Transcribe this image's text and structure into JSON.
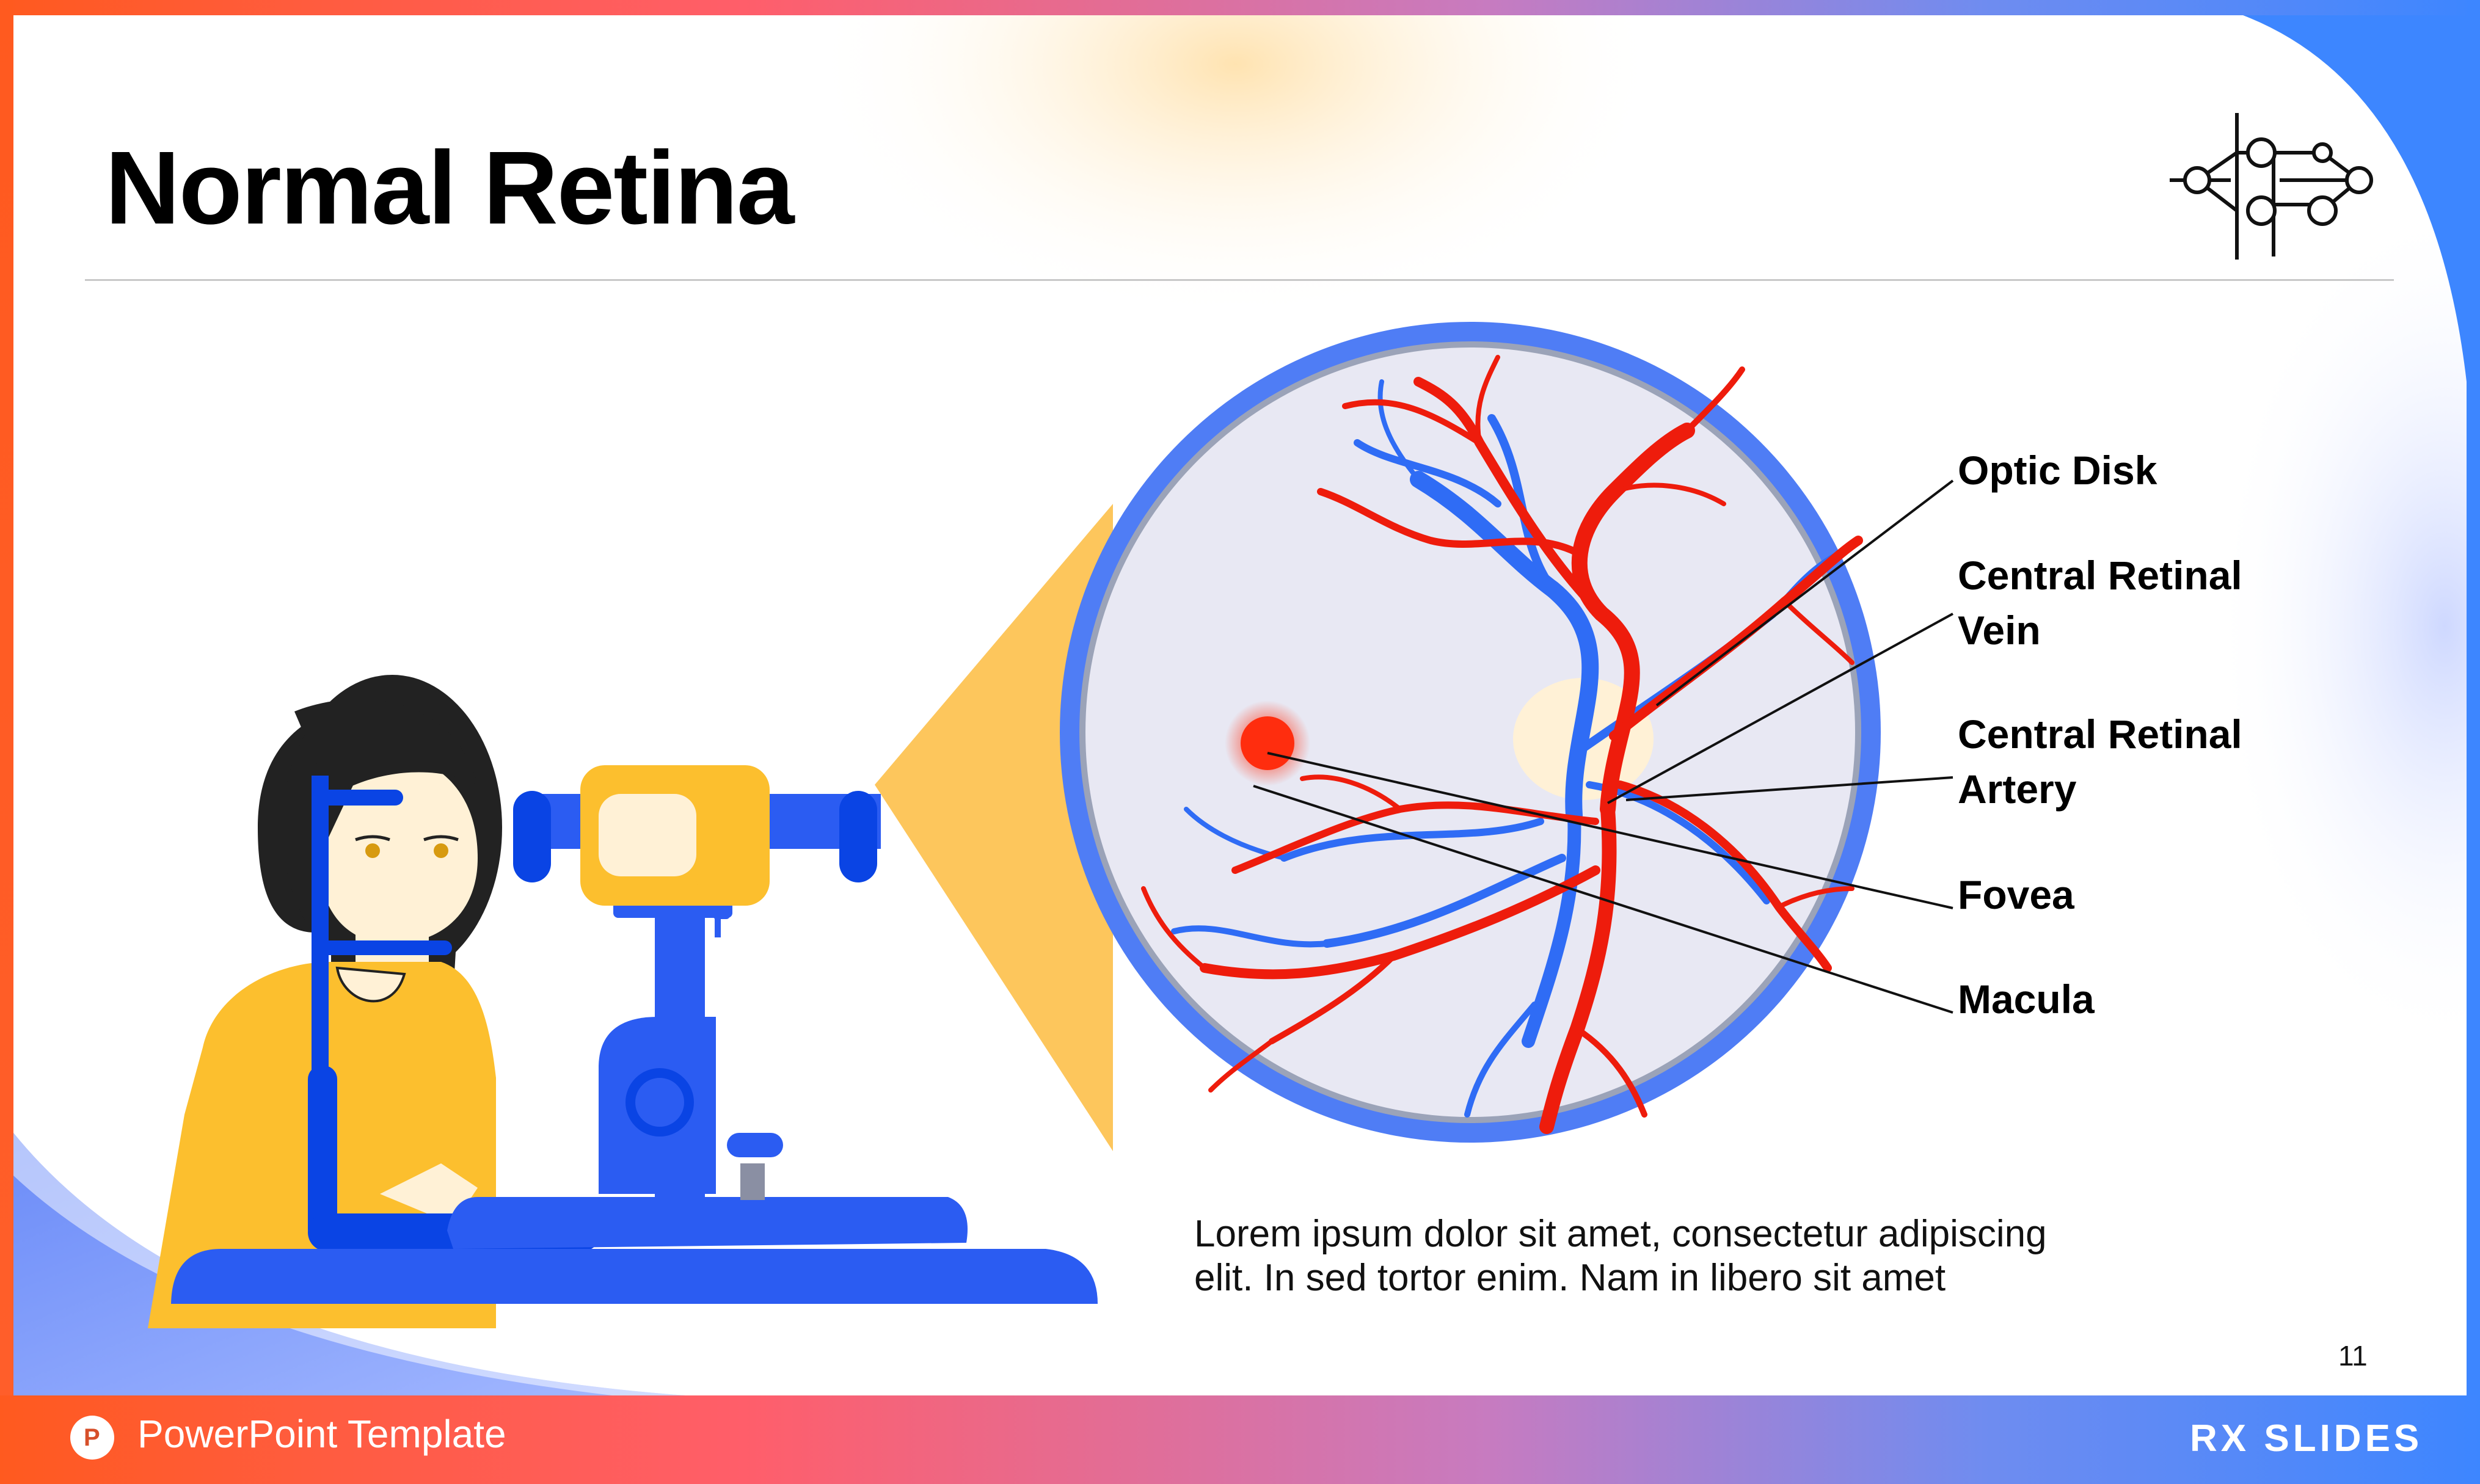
{
  "slide": {
    "title": "Normal Retina",
    "page_number": "11",
    "body_text_line1": "Lorem ipsum dolor sit amet, consectetur adipiscing",
    "body_text_line2": "elit. In sed tortor enim. Nam in libero sit amet"
  },
  "labels": {
    "optic_disk": "Optic Disk",
    "vein_line1": "Central Retinal",
    "vein_line2": "Vein",
    "artery_line1": "Central Retinal",
    "artery_line2": "Artery",
    "fovea": "Fovea",
    "macula": "Macula"
  },
  "footer": {
    "template_label": "PowerPoint Template",
    "app_icon_letter": "P",
    "brand": "RX SLIDES"
  },
  "icons": {
    "ppt": "powerpoint-icon",
    "molecule": "molecule-icon",
    "patient": "patient-at-ophthalmoscope-illustration",
    "retina": "retina-fundus-illustration"
  },
  "colors": {
    "artery": "#ee1c0c",
    "vein": "#2f6cf5",
    "ring": "#4f7df5",
    "fundus": "#e8e8f3",
    "device": "#2b5cf2",
    "device_yellow": "#fcbf2e",
    "beam": "#fdc65c"
  }
}
